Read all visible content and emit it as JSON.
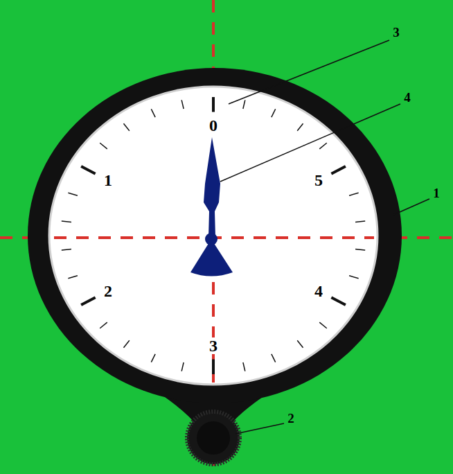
{
  "diagram": {
    "labels": [
      "3",
      "4",
      "0",
      "1",
      "5",
      "1",
      "2",
      "4",
      "3",
      "2"
    ]
  }
}
